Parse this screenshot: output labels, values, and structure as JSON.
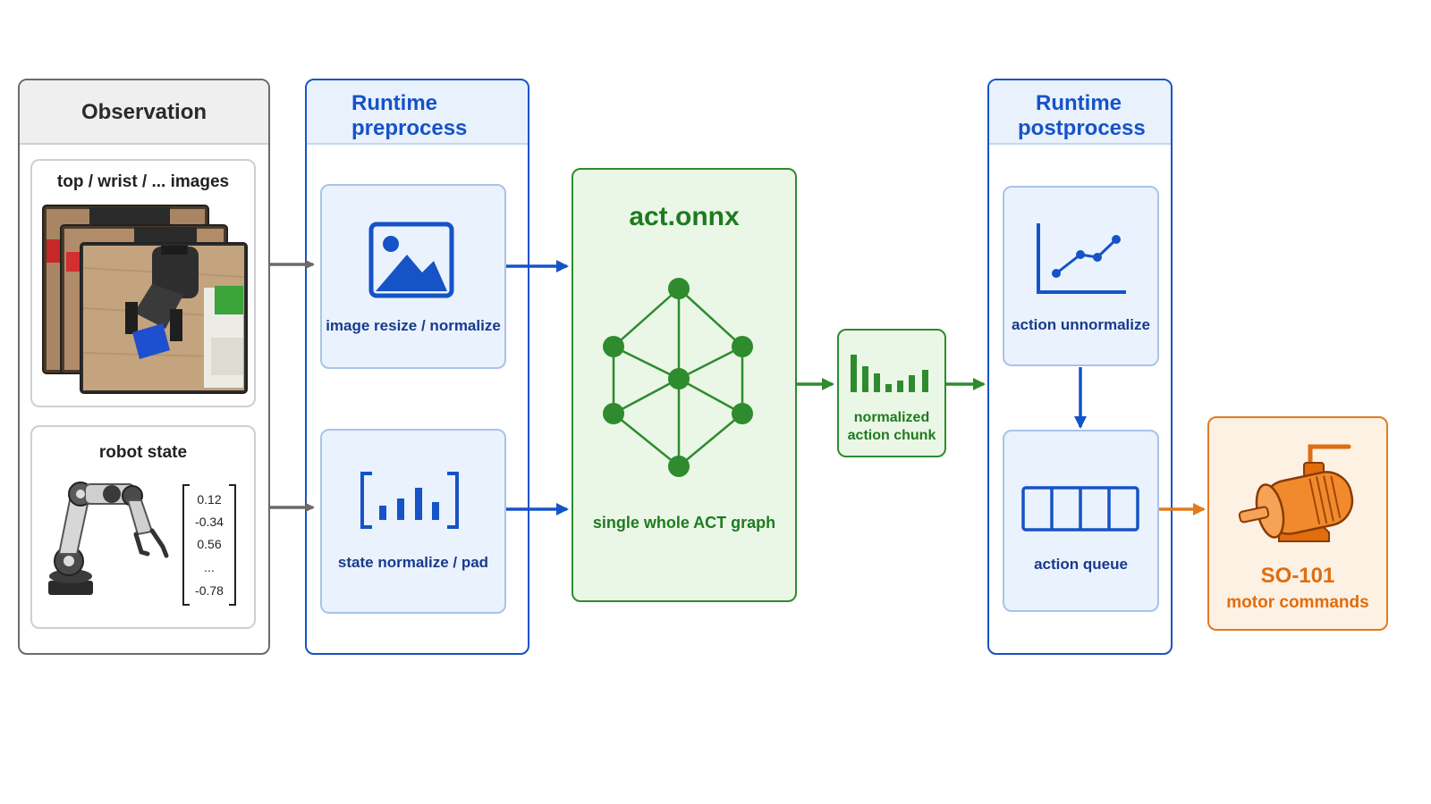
{
  "observation": {
    "title": "Observation",
    "images_label": "top / wrist / ... images",
    "state_label": "robot state",
    "state_values": [
      "0.12",
      "-0.34",
      "0.56",
      "...",
      "-0.78"
    ]
  },
  "preprocess": {
    "title_line1": "Runtime",
    "title_line2": "preprocess",
    "image_step": "image resize / normalize",
    "state_step": "state normalize / pad"
  },
  "model": {
    "title": "act.onnx",
    "subtitle": "single whole ACT graph"
  },
  "chunk": {
    "line1": "normalized",
    "line2": "action chunk"
  },
  "postprocess": {
    "title_line1": "Runtime",
    "title_line2": "postprocess",
    "unnormalize_step": "action unnormalize",
    "queue_step": "action queue"
  },
  "output": {
    "title": "SO-101",
    "subtitle": "motor commands"
  },
  "colors": {
    "blue": "#1553c7",
    "green": "#2e8b2e",
    "orange": "#e27a1f",
    "gray": "#6b6b6b"
  }
}
